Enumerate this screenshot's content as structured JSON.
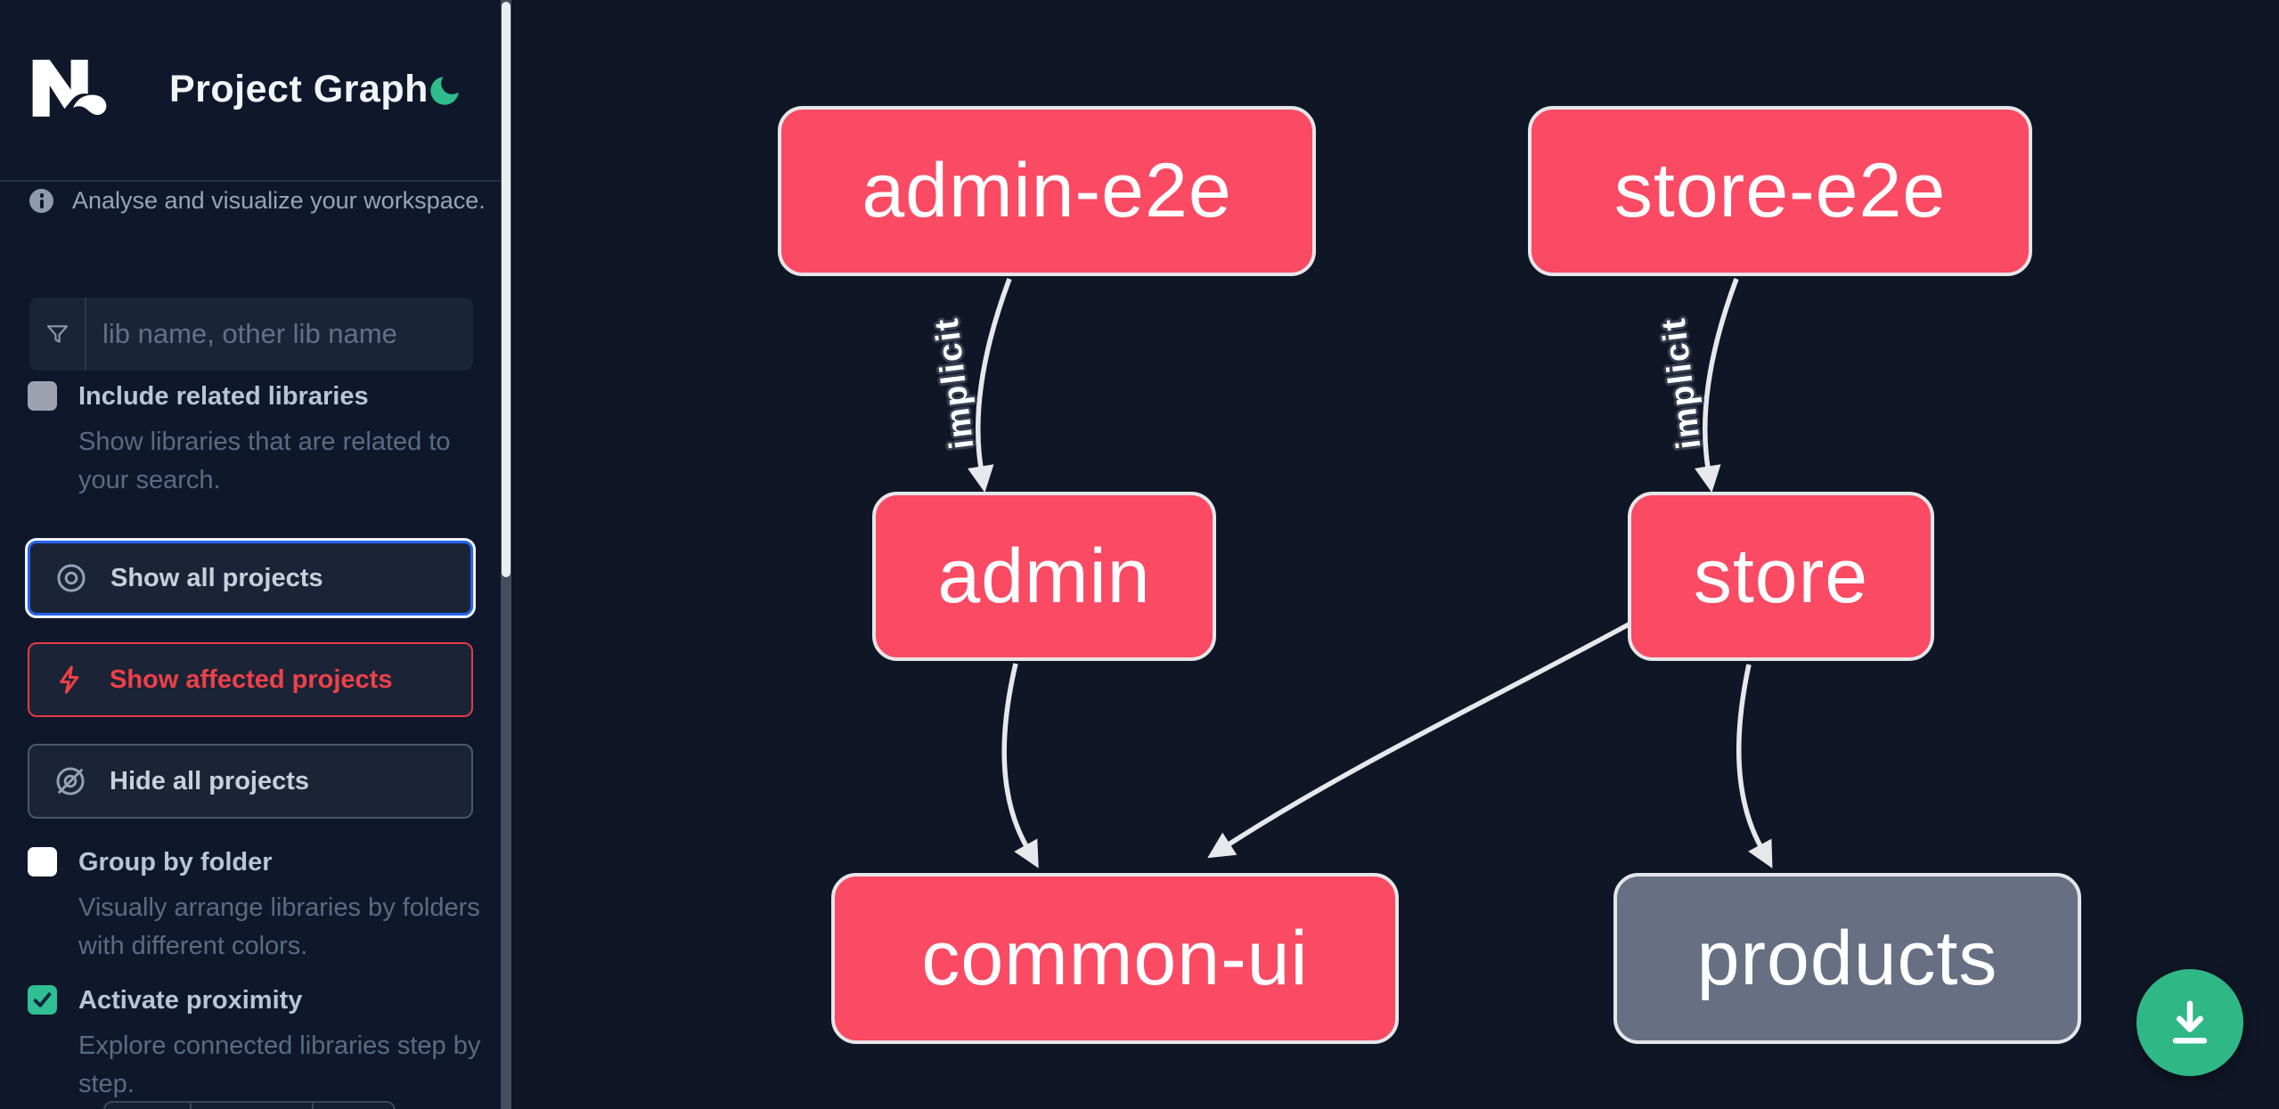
{
  "header": {
    "title": "Project Graph"
  },
  "sidebar": {
    "tagline": "Analyse and visualize your workspace.",
    "search_placeholder": "lib name, other lib name",
    "checkboxes": [
      {
        "label": "Include related libraries",
        "description": "Show libraries that are related to your search.",
        "checked": false,
        "disabled": true
      },
      {
        "label": "Group by folder",
        "description": "Visually arrange libraries by folders with different colors.",
        "checked": false,
        "disabled": false
      },
      {
        "label": "Activate proximity",
        "description": "Explore connected libraries step by step.",
        "checked": true,
        "disabled": false
      }
    ],
    "buttons": [
      {
        "label": "Show all projects",
        "icon": "eye-icon",
        "state": "focused"
      },
      {
        "label": "Show affected projects",
        "icon": "bolt-icon",
        "state": "danger"
      },
      {
        "label": "Hide all projects",
        "icon": "eye-off-icon",
        "state": "default"
      }
    ]
  },
  "graph": {
    "nodes": [
      {
        "id": "admin-e2e",
        "label": "admin-e2e",
        "type": "app"
      },
      {
        "id": "store-e2e",
        "label": "store-e2e",
        "type": "app"
      },
      {
        "id": "admin",
        "label": "admin",
        "type": "app"
      },
      {
        "id": "store",
        "label": "store",
        "type": "app"
      },
      {
        "id": "common-ui",
        "label": "common-ui",
        "type": "lib"
      },
      {
        "id": "products",
        "label": "products",
        "type": "lib-unfocused"
      }
    ],
    "edges": [
      {
        "from": "admin-e2e",
        "to": "admin",
        "label": "implicit"
      },
      {
        "from": "store-e2e",
        "to": "store",
        "label": "implicit"
      },
      {
        "from": "admin",
        "to": "common-ui",
        "label": ""
      },
      {
        "from": "store",
        "to": "common-ui",
        "label": ""
      },
      {
        "from": "store",
        "to": "products",
        "label": ""
      }
    ]
  },
  "fab": {
    "action": "download-image"
  },
  "colors": {
    "sidebar_bg": "#0f182b",
    "canvas_bg": "#0f1626",
    "node_pink": "#fb4a63",
    "node_gray": "#667082",
    "node_border": "#e5e6ea",
    "edge": "#e7e8eb",
    "accent_blue": "#2563eb",
    "accent_red": "#ef4049",
    "accent_green": "#2fbf92",
    "fab_green": "#2fb886"
  }
}
